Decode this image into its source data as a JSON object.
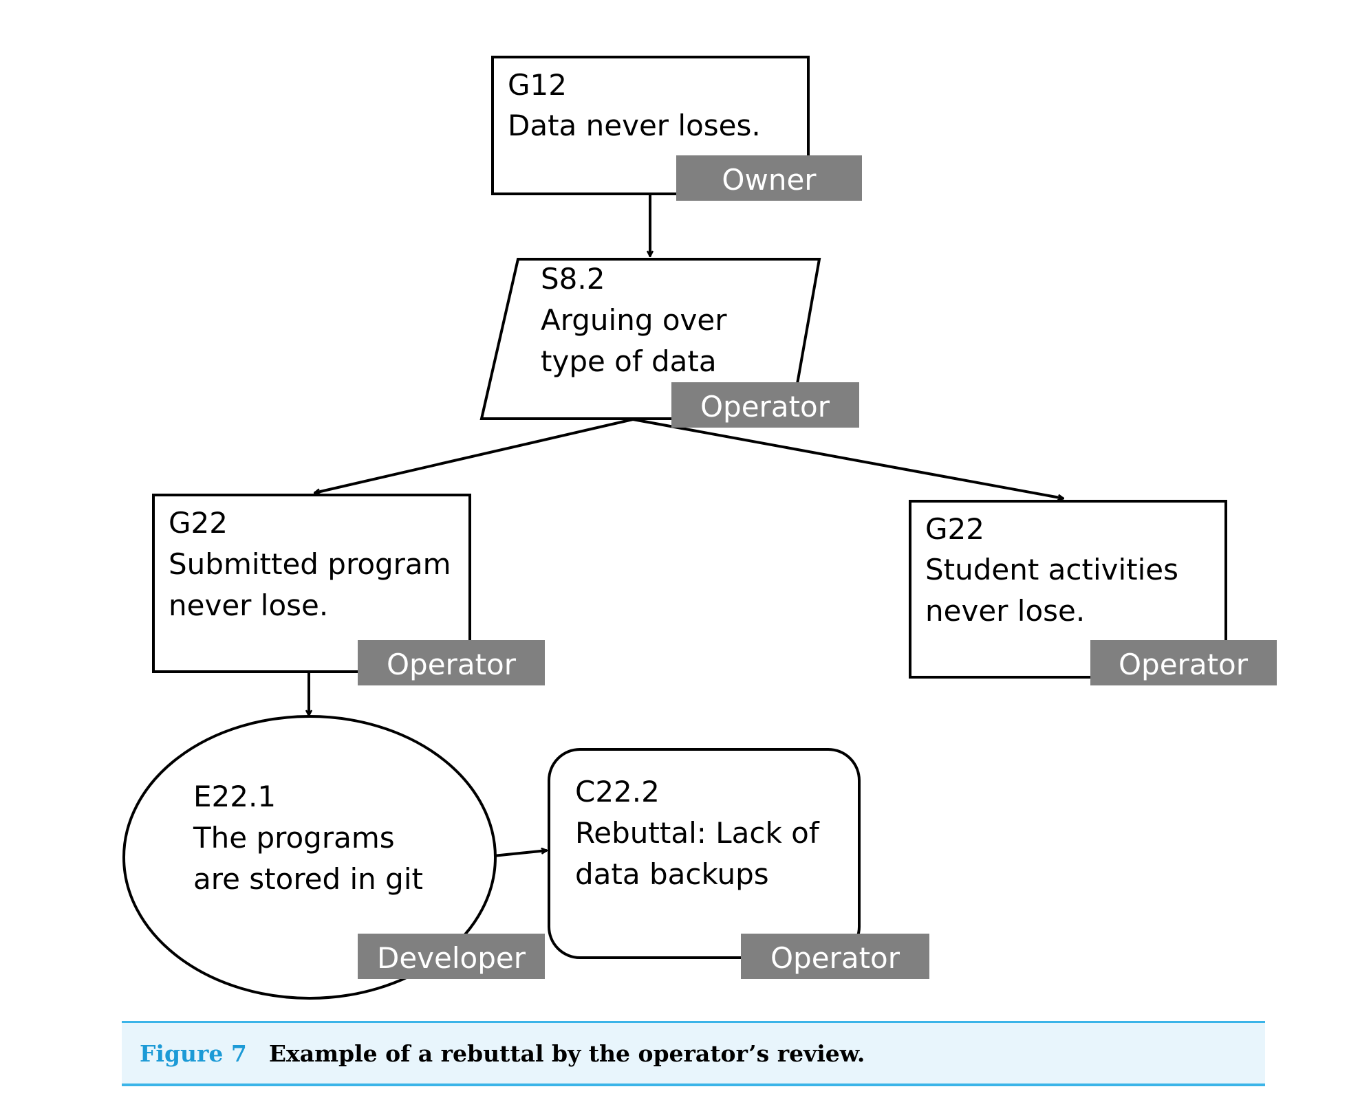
{
  "colors": {
    "tag_fill": "#808080",
    "tag_text": "#ffffff",
    "caption_accent": "#1c9ad6",
    "caption_background": "#e8f5fc",
    "caption_rule": "#3bb4e8"
  },
  "nodes": {
    "g12": {
      "id": "G12",
      "text": [
        "Data never loses."
      ],
      "tag": "Owner"
    },
    "s82": {
      "id": "S8.2",
      "text": [
        "Arguing over",
        "type of data"
      ],
      "tag": "Operator"
    },
    "g22_left": {
      "id": "G22",
      "text": [
        "Submitted program",
        "never lose."
      ],
      "tag": "Operator"
    },
    "g22_right": {
      "id": "G22",
      "text": [
        "Student activities",
        "never lose."
      ],
      "tag": "Operator"
    },
    "e221": {
      "id": "E22.1",
      "text": [
        "The programs",
        "are stored in git"
      ],
      "tag": "Developer"
    },
    "c222": {
      "id": "C22.2",
      "text": [
        "Rebuttal: Lack of",
        "data backups"
      ],
      "tag": "Operator"
    }
  },
  "caption": {
    "label": "Figure 7",
    "text": "Example of a rebuttal by the operator’s review."
  }
}
